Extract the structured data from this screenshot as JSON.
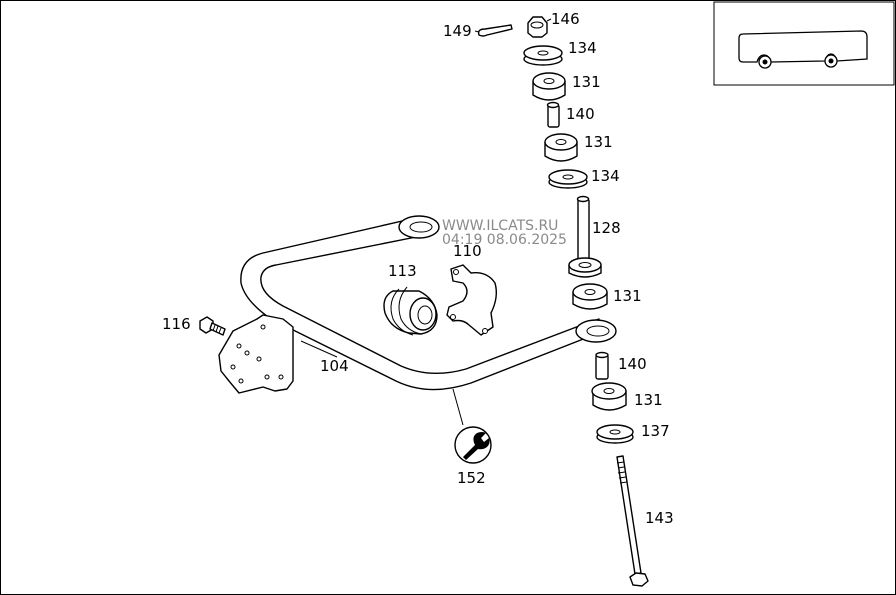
{
  "watermark": {
    "line1": "WWW.ILCATS.RU",
    "line2": "04:19 08.06.2025"
  },
  "vehicle_thumbnail": {
    "icon": "bus-icon"
  },
  "labels": {
    "p149": "149",
    "p146": "146",
    "p134a": "134",
    "p131a": "131",
    "p140a": "140",
    "p131b": "131",
    "p134b": "134",
    "p128": "128",
    "p110": "110",
    "p113": "113",
    "p131c": "131",
    "p116": "116",
    "p104": "104",
    "p140b": "140",
    "p131d": "131",
    "p137": "137",
    "p152": "152",
    "p143": "143"
  },
  "icons": {
    "wrench_symbol": "wrench-icon"
  }
}
